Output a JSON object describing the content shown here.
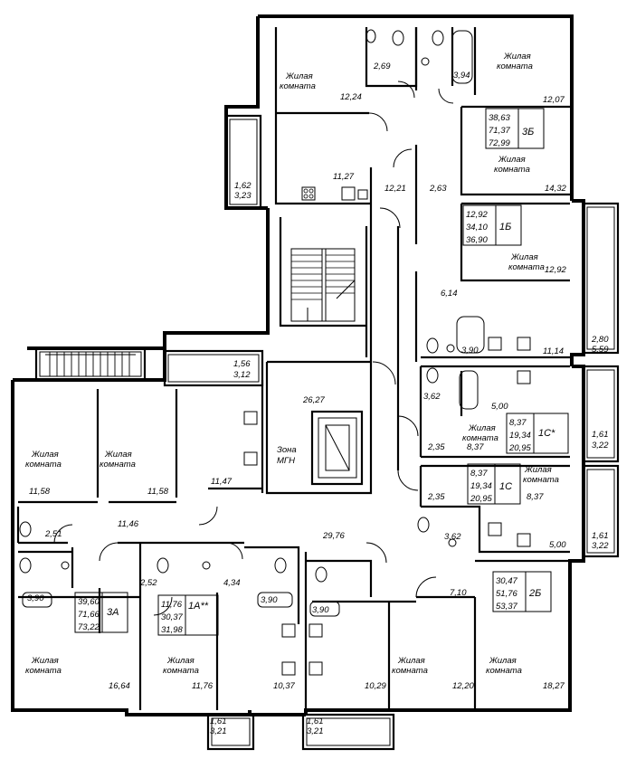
{
  "plan": {
    "room_living": "Жилая",
    "room_living2": "комната",
    "zone_mgn_1": "Зона",
    "zone_mgn_2": "МГН"
  },
  "apartments": [
    {
      "type": "3Б",
      "areas": [
        "38,63",
        "71,37",
        "72,99"
      ]
    },
    {
      "type": "1Б",
      "areas": [
        "12,92",
        "34,10",
        "36,90"
      ]
    },
    {
      "type": "1С*",
      "areas": [
        "8,37",
        "19,34",
        "20,95"
      ]
    },
    {
      "type": "1С",
      "areas": [
        "8,37",
        "19,34",
        "20,95"
      ]
    },
    {
      "type": "2Б",
      "areas": [
        "30,47",
        "51,76",
        "53,37"
      ]
    },
    {
      "type": "3А",
      "areas": [
        "39,60",
        "71,66",
        "73,22"
      ]
    },
    {
      "type": "1А**",
      "areas": [
        "11,76",
        "30,37",
        "31,98"
      ]
    }
  ],
  "areas": {
    "a_2_69": "2,69",
    "a_12_24": "12,24",
    "a_3_94": "3,94",
    "a_12_07": "12,07",
    "a_11_27": "11,27",
    "a_12_21": "12,21",
    "a_2_63": "2,63",
    "a_14_32": "14,32",
    "a_1_62": "1,62",
    "a_3_23": "3,23",
    "a_12_92": "12,92",
    "a_6_14": "6,14",
    "a_3_90_a": "3,90",
    "a_11_14": "11,14",
    "a_2_80": "2,80",
    "a_5_59": "5,59",
    "a_1_56": "1,56",
    "a_3_12": "3,12",
    "a_26_27": "26,27",
    "a_3_62_a": "3,62",
    "a_5_00_a": "5,00",
    "a_8_37_a": "8,37",
    "a_2_35_a": "2,35",
    "a_1_61_a": "1,61",
    "a_3_22_a": "3,22",
    "a_11_58_a": "11,58",
    "a_11_58_b": "11,58",
    "a_11_47": "11,47",
    "a_8_37_b": "8,37",
    "a_2_35_b": "2,35",
    "a_3_62_b": "3,62",
    "a_5_00_b": "5,00",
    "a_1_61_b": "1,61",
    "a_3_22_b": "3,22",
    "a_11_46": "11,46",
    "a_2_51": "2,51",
    "a_29_76": "29,76",
    "a_2_52": "2,52",
    "a_4_34": "4,34",
    "a_3_90_b": "3,90",
    "a_3_90_c": "3,90",
    "a_3_90_d": "3,90",
    "a_7_10": "7,10",
    "a_16_64": "16,64",
    "a_11_76": "11,76",
    "a_10_37": "10,37",
    "a_10_29": "10,29",
    "a_12_20": "12,20",
    "a_18_27": "18,27",
    "a_1_61_c": "1,61",
    "a_3_21_c": "3,21",
    "a_1_61_d": "1,61",
    "a_3_21_d": "3,21"
  }
}
